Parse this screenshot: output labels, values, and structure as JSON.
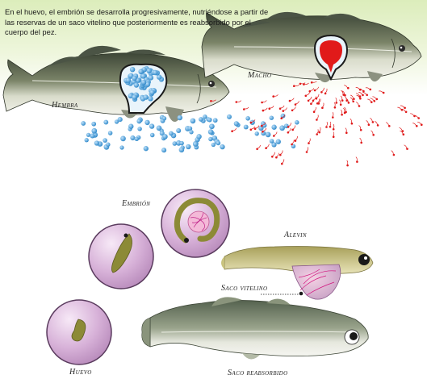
{
  "intro_text": "En el huevo, el embrión se desarrolla progresivamente, nutriéndose a partir de las reservas de un saco vitelino que posteriormente es reabsorbido por el cuerpo del pez.",
  "labels": {
    "female": "Hembra",
    "male": "Macho",
    "embryo": "Embrión",
    "alevin": "Alevin",
    "yolk_sac": "Saco vitelino",
    "egg": "Huevo",
    "reabsorbed_sac": "Saco reabsorbido"
  },
  "colors": {
    "roe": "#2f8fd0",
    "milt": "#e01b1b",
    "fish_back": "#4f5a4a",
    "egg_pink": "#d8b2d8",
    "embryo_green": "#8a8a3a"
  }
}
